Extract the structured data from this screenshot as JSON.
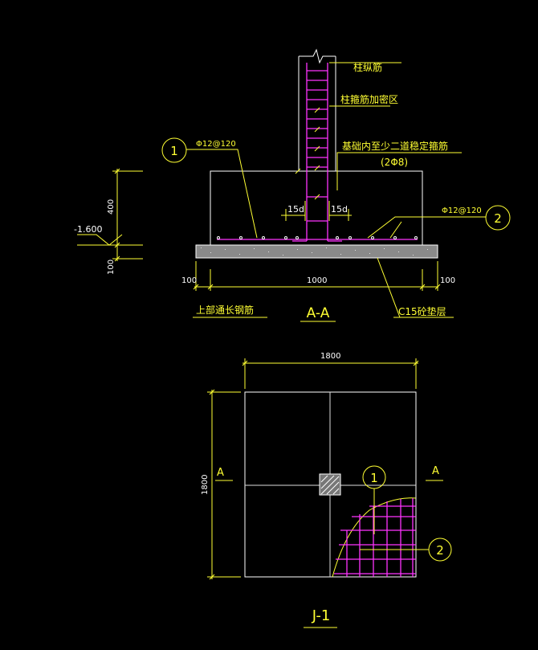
{
  "colors": {
    "background": "#000000",
    "outline": "#ffffff",
    "dimension": "#ffff33",
    "rebar": "#ff33ff",
    "concrete_fill": "#bbbbbb"
  },
  "section_aa": {
    "label_column_bars": "柱纵筋",
    "label_stirrup_zone": "柱箍筋加密区",
    "label_anchor_stirrups_line1": "基础内至少二道稳定箍筋",
    "label_anchor_stirrups_line2": "(2Φ8)",
    "rebar_1_spec": "Φ12@120",
    "rebar_2_spec": "Φ12@120",
    "callout_1": "1",
    "callout_2": "2",
    "lap_left": "15d",
    "lap_right": "15d",
    "level": "-1.600",
    "dim_height": "400",
    "dim_bed": "100",
    "dim_left_offset": "100",
    "dim_width": "1000",
    "dim_right_offset": "100",
    "label_top_bars": "上部通长钢筋",
    "label_bedding": "C15砼垫层",
    "title": "A-A"
  },
  "plan_j1": {
    "dim_width": "1800",
    "dim_height": "1800",
    "section_mark_left": "A",
    "section_mark_right": "A",
    "callout_1": "1",
    "callout_2": "2",
    "title": "J-1"
  }
}
